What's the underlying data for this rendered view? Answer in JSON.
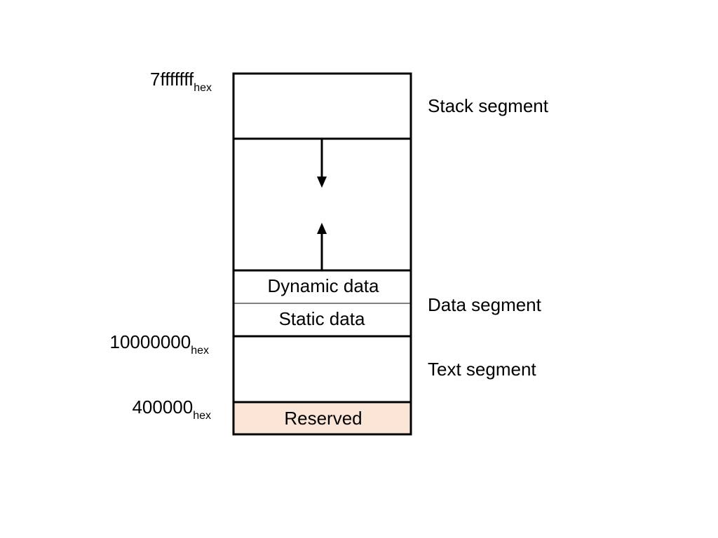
{
  "addresses": {
    "top": {
      "value": "7fffffff",
      "sub": "hex"
    },
    "data_start": {
      "value": "10000000",
      "sub": "hex"
    },
    "text_start": {
      "value": "400000",
      "sub": "hex"
    }
  },
  "segments": {
    "stack": "Stack segment",
    "data": "Data segment",
    "text": "Text segment"
  },
  "boxes": {
    "dynamic": "Dynamic data",
    "static": "Static data",
    "reserved": "Reserved"
  },
  "colors": {
    "reserved_fill": "#fbe5d6",
    "stroke": "#000000"
  }
}
